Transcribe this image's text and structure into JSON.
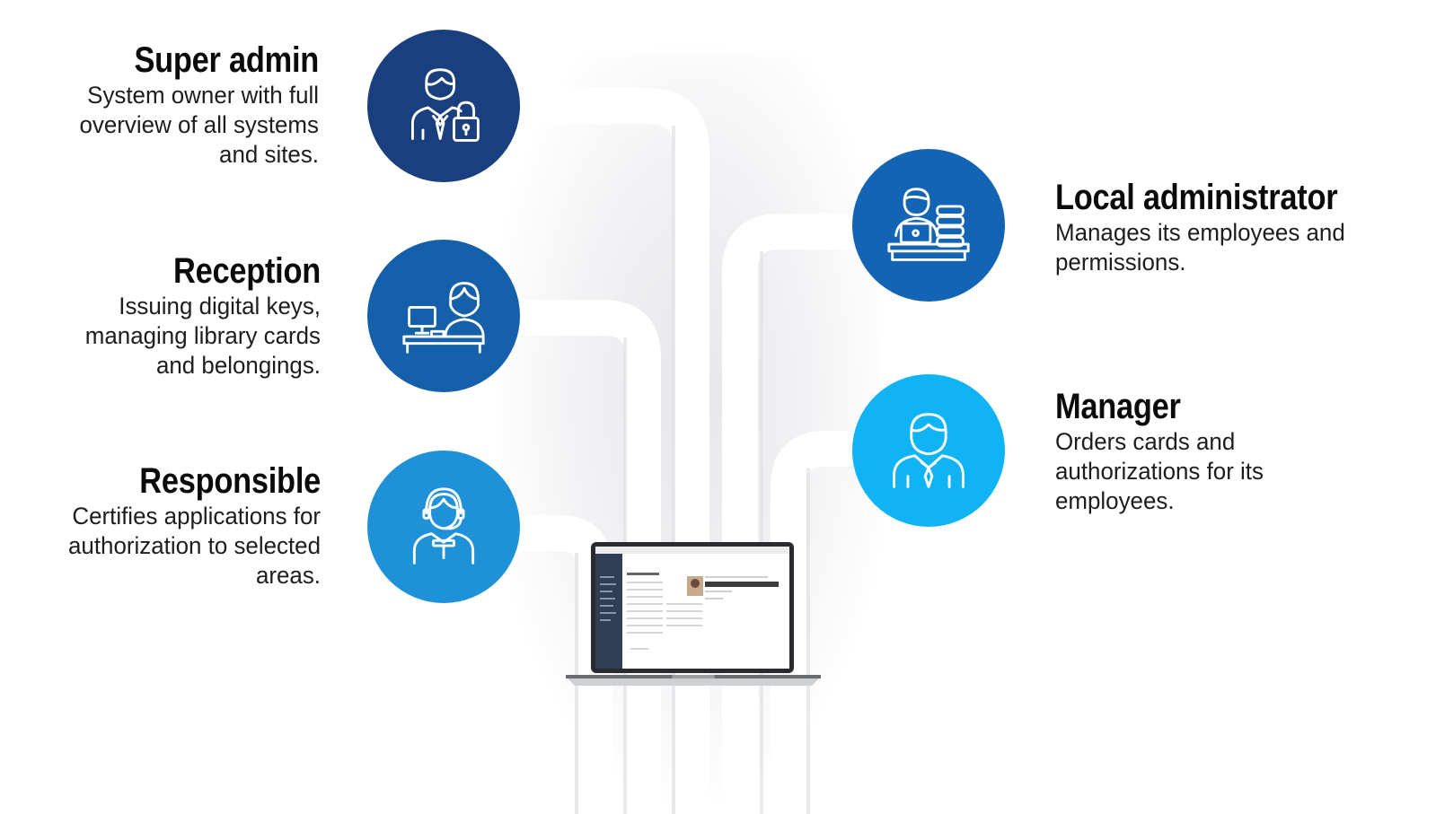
{
  "roles": {
    "super_admin": {
      "title": "Super admin",
      "line1": "System owner with full",
      "line2": "overview of all systems",
      "line3": "and sites.",
      "icon": "admin-with-lock-icon",
      "color": "#1a3f7e"
    },
    "reception": {
      "title": "Reception",
      "line1": "Issuing digital keys,",
      "line2": "managing library cards",
      "line3": "and belongings.",
      "icon": "receptionist-at-desk-icon",
      "color": "#1460aa"
    },
    "responsible": {
      "title": "Responsible",
      "line1": "Certifies applications for",
      "line2": "authorization to selected",
      "line3": "areas.",
      "icon": "headset-operator-icon",
      "color": "#1f91d8"
    },
    "local_admin": {
      "title": "Local administrator",
      "line1": "Manages its employees and",
      "line2": "permissions.",
      "icon": "person-with-servers-icon",
      "color": "#1364b4"
    },
    "manager": {
      "title": "Manager",
      "line1": "Orders cards and",
      "line2": "authorizations for its",
      "line3": "employees.",
      "icon": "businessman-icon",
      "color": "#10b4f5"
    }
  },
  "center_device": {
    "icon": "laptop-icon",
    "screen": "access-management-web-app-icon"
  }
}
